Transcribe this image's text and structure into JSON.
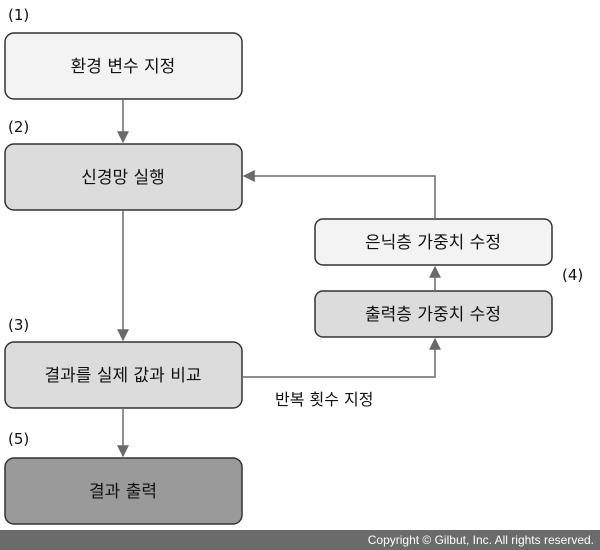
{
  "steps": [
    {
      "number": "(1)",
      "label": "환경 변수 지정"
    },
    {
      "number": "(2)",
      "label": "신경망 실행"
    },
    {
      "number": "(3)",
      "label": "결과를 실제 값과 비교"
    },
    {
      "number": "(4)",
      "label": ""
    },
    {
      "number": "(5)",
      "label": "결과 출력"
    }
  ],
  "feedback": {
    "hidden_update": "은닉층 가중치 수정",
    "output_update": "출력층 가중치 수정",
    "iteration_note": "반복 횟수 지정"
  },
  "footer": {
    "copyright": "Copyright © Gilbut, Inc. All rights reserved."
  },
  "colors": {
    "box_light": "#f3f3f3",
    "box_mid": "#dcdcdc",
    "box_dark": "#9a9a9a",
    "stroke": "#333333",
    "arrow": "#6a6a6a",
    "footer_bg": "#6b6b6b"
  }
}
